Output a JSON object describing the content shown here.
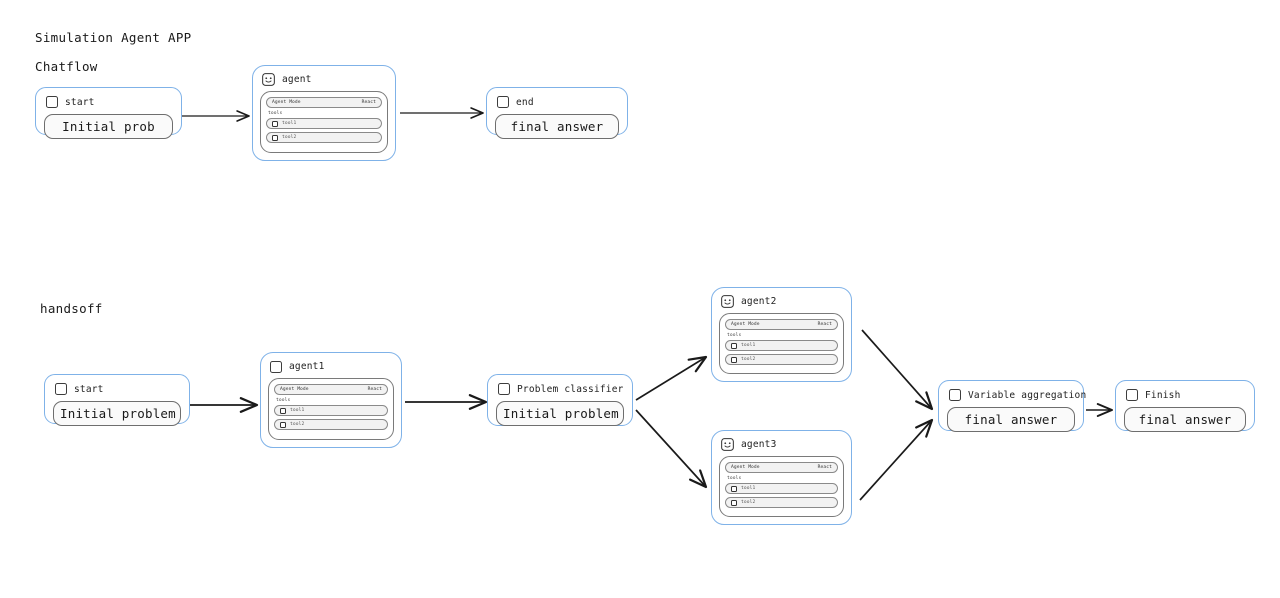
{
  "app_title": "Simulation Agent APP",
  "sections": [
    {
      "id": "chatflow",
      "label": "Chatflow"
    },
    {
      "id": "handsoff",
      "label": "handsoff"
    }
  ],
  "agent_panel": {
    "mode_label": "Agent Mode",
    "mode_value": "React",
    "tools_label": "tools",
    "tools": [
      "tool1",
      "tool2"
    ]
  },
  "chatflow": {
    "start": {
      "title": "start",
      "value": "Initial prob",
      "icon": "checkbox-icon"
    },
    "agent": {
      "title": "agent",
      "icon": "agent-face-icon"
    },
    "end": {
      "title": "end",
      "value": "final answer",
      "icon": "checkbox-icon"
    }
  },
  "handsoff": {
    "start": {
      "title": "start",
      "value": "Initial problem",
      "icon": "checkbox-icon"
    },
    "agent1": {
      "title": "agent1",
      "icon": "checkbox-icon"
    },
    "classifier": {
      "title": "Problem classifier",
      "value": "Initial problem",
      "icon": "checkbox-icon"
    },
    "agent2": {
      "title": "agent2",
      "icon": "agent-face-icon"
    },
    "agent3": {
      "title": "agent3",
      "icon": "agent-face-icon"
    },
    "aggregation": {
      "title": "Variable aggregation",
      "value": "final answer",
      "icon": "checkbox-icon"
    },
    "finish": {
      "title": "Finish",
      "value": "final answer",
      "icon": "checkbox-icon"
    }
  },
  "colors": {
    "node_border": "#7fb2e8",
    "field_border": "#6e6e6e",
    "edge": "#1a1a1a",
    "background": "#ffffff"
  }
}
